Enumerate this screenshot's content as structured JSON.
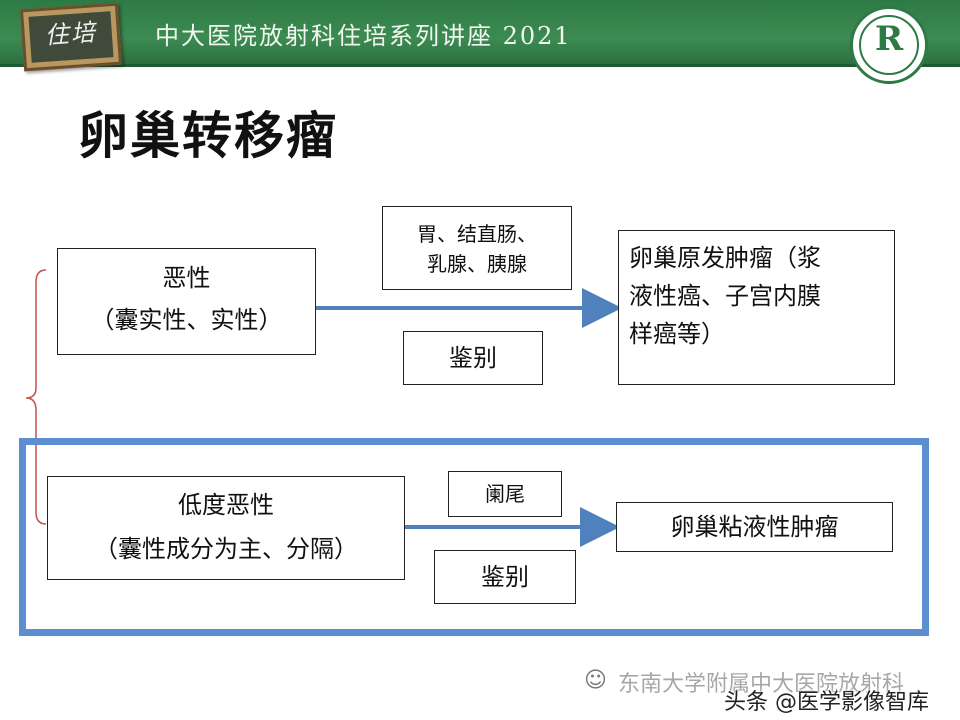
{
  "header": {
    "badge_text": "住培",
    "title": "中大医院放射科住培系列讲座 2021",
    "logo_letter": "R"
  },
  "slide": {
    "title": "卵巢转移瘤",
    "top_row": {
      "left_line1": "恶性",
      "left_line2": "（囊实性、实性）",
      "source_line1": "胃、结直肠、",
      "source_line2": "乳腺、胰腺",
      "diff_label": "鉴别",
      "right_line1": "卵巢原发肿瘤（浆",
      "right_line2": "液性癌、子宫内膜",
      "right_line3": "样癌等）"
    },
    "bottom_row": {
      "left_line1": "低度恶性",
      "left_line2": "（囊性成分为主、分隔）",
      "source": "阑尾",
      "diff_label": "鉴别",
      "right": "卵巢粘液性肿瘤"
    }
  },
  "watermark": {
    "line1": "东南大学附属中大医院放射科",
    "line2": "头条 @医学影像智库"
  },
  "colors": {
    "header_green": "#2e7a45",
    "arrow_blue": "#4f81bd",
    "highlight_border": "#5b8fd0",
    "bracket_red": "#c0504d"
  }
}
